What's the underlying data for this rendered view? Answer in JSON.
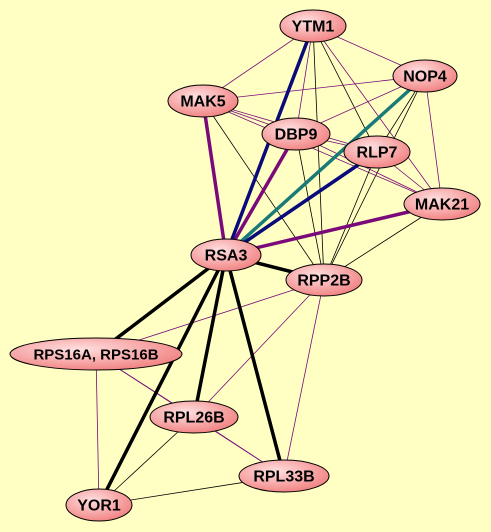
{
  "diagram": {
    "nodes": [
      {
        "id": "YTM1",
        "label": "YTM1"
      },
      {
        "id": "NOP4",
        "label": "NOP4"
      },
      {
        "id": "MAK5",
        "label": "MAK5"
      },
      {
        "id": "DBP9",
        "label": "DBP9"
      },
      {
        "id": "RLP7",
        "label": "RLP7"
      },
      {
        "id": "MAK21",
        "label": "MAK21"
      },
      {
        "id": "RSA3",
        "label": "RSA3"
      },
      {
        "id": "RPP2B",
        "label": "RPP2B"
      },
      {
        "id": "RPS16A",
        "label": "RPS16A, RPS16B"
      },
      {
        "id": "RPL26B",
        "label": "RPL26B"
      },
      {
        "id": "RPL33B",
        "label": "RPL33B"
      },
      {
        "id": "YOR1",
        "label": "YOR1"
      }
    ],
    "edges": [
      {
        "from": "YTM1",
        "to": "RSA3",
        "style": "navy"
      },
      {
        "from": "NOP4",
        "to": "RSA3",
        "style": "teal"
      },
      {
        "from": "MAK5",
        "to": "RSA3",
        "style": "purple"
      },
      {
        "from": "DBP9",
        "to": "RSA3",
        "style": "purple"
      },
      {
        "from": "RLP7",
        "to": "RSA3",
        "style": "navy"
      },
      {
        "from": "MAK21",
        "to": "RSA3",
        "style": "purple"
      },
      {
        "from": "RSA3",
        "to": "RPP2B",
        "style": "black"
      },
      {
        "from": "RSA3",
        "to": "RPS16A",
        "style": "black"
      },
      {
        "from": "RSA3",
        "to": "RPL26B",
        "style": "black"
      },
      {
        "from": "RSA3",
        "to": "RPL33B",
        "style": "black"
      },
      {
        "from": "RSA3",
        "to": "YOR1",
        "style": "black"
      },
      {
        "from": "YTM1",
        "to": "MAK5",
        "style": "thin-purple"
      },
      {
        "from": "YTM1",
        "to": "NOP4",
        "style": "thin-purple"
      },
      {
        "from": "YTM1",
        "to": "DBP9",
        "style": "thin-purple"
      },
      {
        "from": "YTM1",
        "to": "RLP7",
        "style": "thin-black"
      },
      {
        "from": "YTM1",
        "to": "MAK21",
        "style": "thin-purple"
      },
      {
        "from": "YTM1",
        "to": "RPP2B",
        "style": "thin-black"
      },
      {
        "from": "NOP4",
        "to": "MAK5",
        "style": "thin-purple"
      },
      {
        "from": "NOP4",
        "to": "DBP9",
        "style": "thin-purple"
      },
      {
        "from": "NOP4",
        "to": "RLP7",
        "style": "thin-black"
      },
      {
        "from": "NOP4",
        "to": "MAK21",
        "style": "thin-purple"
      },
      {
        "from": "NOP4",
        "to": "RPP2B",
        "style": "thin-black"
      },
      {
        "from": "MAK5",
        "to": "DBP9",
        "style": "thin-purple"
      },
      {
        "from": "MAK5",
        "to": "RLP7",
        "style": "thin-purple"
      },
      {
        "from": "MAK5",
        "to": "MAK21",
        "style": "thin-purple"
      },
      {
        "from": "MAK5",
        "to": "RPP2B",
        "style": "thin-black"
      },
      {
        "from": "DBP9",
        "to": "RLP7",
        "style": "thin-purple"
      },
      {
        "from": "DBP9",
        "to": "MAK21",
        "style": "thin-purple"
      },
      {
        "from": "DBP9",
        "to": "RPP2B",
        "style": "thin-black"
      },
      {
        "from": "RLP7",
        "to": "MAK21",
        "style": "thin-purple"
      },
      {
        "from": "RLP7",
        "to": "RPP2B",
        "style": "thin-black"
      },
      {
        "from": "MAK21",
        "to": "RPP2B",
        "style": "thin-black"
      },
      {
        "from": "RPP2B",
        "to": "RPS16A",
        "style": "thin-purple"
      },
      {
        "from": "RPP2B",
        "to": "RPL26B",
        "style": "thin-purple"
      },
      {
        "from": "RPP2B",
        "to": "RPL33B",
        "style": "thin-purple"
      },
      {
        "from": "RPS16A",
        "to": "RPL26B",
        "style": "thin-purple"
      },
      {
        "from": "RPS16A",
        "to": "RPL33B",
        "style": "thin-purple"
      },
      {
        "from": "RPS16A",
        "to": "YOR1",
        "style": "thin-purple"
      },
      {
        "from": "RPL26B",
        "to": "RPL33B",
        "style": "thin-purple"
      },
      {
        "from": "RPL26B",
        "to": "YOR1",
        "style": "thin-black"
      },
      {
        "from": "RPL33B",
        "to": "YOR1",
        "style": "thin-black"
      }
    ]
  },
  "colors": {
    "background": "#ffffc4",
    "node_fill_light": "#ffd0d0",
    "node_fill_dark": "#f07878",
    "node_stroke": "#000000",
    "edge_black": "#000000",
    "edge_navy": "#0a0a7a",
    "edge_teal": "#1a7a78",
    "edge_purple": "#7a0a7a"
  }
}
